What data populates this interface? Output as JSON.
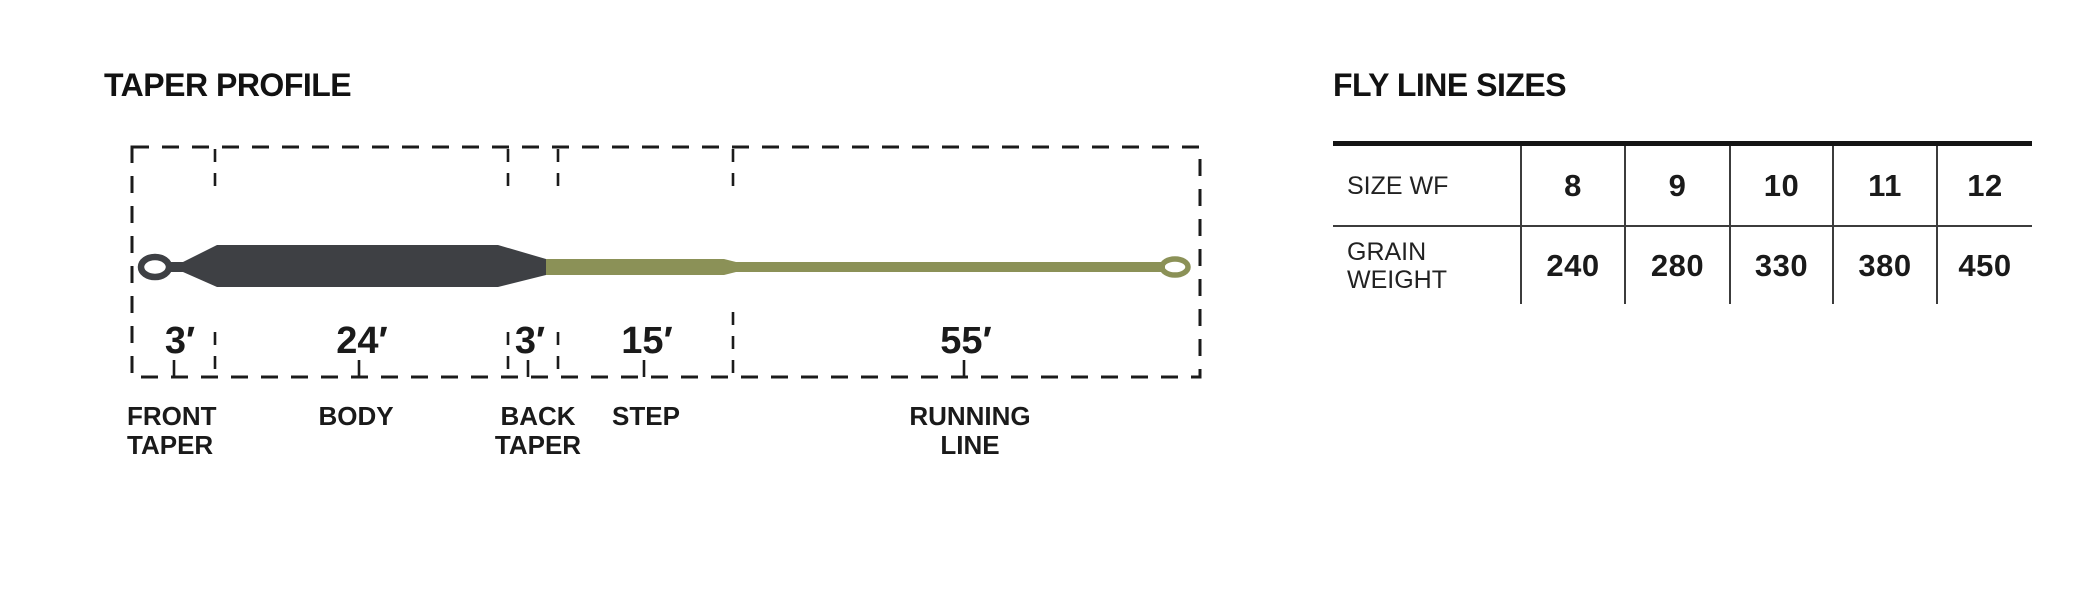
{
  "taper_profile": {
    "title": "TAPER PROFILE",
    "sections": [
      {
        "length": "3′",
        "lines": [
          "FRONT",
          "TAPER"
        ]
      },
      {
        "length": "24′",
        "lines": [
          "BODY"
        ]
      },
      {
        "length": "3′",
        "lines": [
          "BACK",
          "TAPER"
        ]
      },
      {
        "length": "15′",
        "lines": [
          "STEP"
        ]
      },
      {
        "length": "55′",
        "lines": [
          "RUNNING",
          "LINE"
        ]
      }
    ],
    "colors": {
      "head": "#3E4044",
      "running_line": "#8B9157",
      "outline": "#1B1B1B"
    }
  },
  "fly_line_sizes": {
    "title": "FLY LINE SIZES",
    "rows": [
      {
        "label_lines": [
          "SIZE WF"
        ],
        "values": [
          "8",
          "9",
          "10",
          "11",
          "12"
        ]
      },
      {
        "label_lines": [
          "GRAIN",
          "WEIGHT"
        ],
        "values": [
          "240",
          "280",
          "330",
          "380",
          "450"
        ]
      }
    ]
  }
}
